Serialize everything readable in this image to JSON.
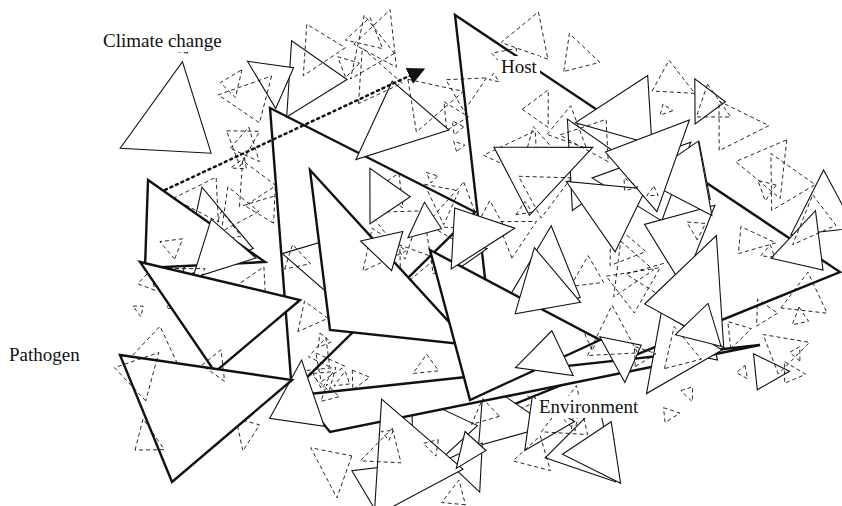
{
  "diagram": {
    "labels": [
      "Climate change",
      "Host",
      "Pathogen",
      "Environment"
    ]
  }
}
